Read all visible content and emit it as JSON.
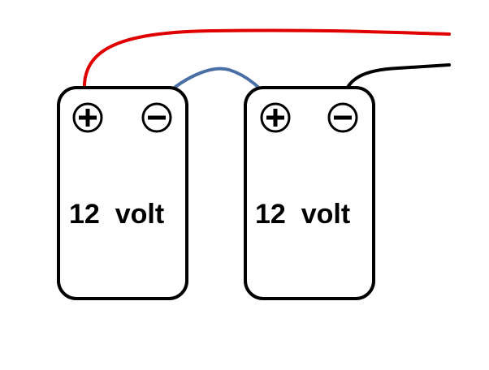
{
  "batteries": [
    {
      "id": "battery-1",
      "label": "12  volt",
      "terminals": [
        "positive",
        "negative"
      ]
    },
    {
      "id": "battery-2",
      "label": "12  volt",
      "terminals": [
        "positive",
        "negative"
      ]
    }
  ],
  "wires": [
    {
      "id": "positive-lead",
      "color": "#e00000",
      "from": "battery-1.positive",
      "to": "off-page"
    },
    {
      "id": "series-jumper",
      "color": "#4a6fa5",
      "from": "battery-1.negative",
      "to": "battery-2.positive"
    },
    {
      "id": "negative-lead",
      "color": "#000000",
      "from": "battery-2.negative",
      "to": "off-page"
    }
  ],
  "icons": {
    "positive": "plus-terminal-icon",
    "negative": "minus-terminal-icon"
  }
}
